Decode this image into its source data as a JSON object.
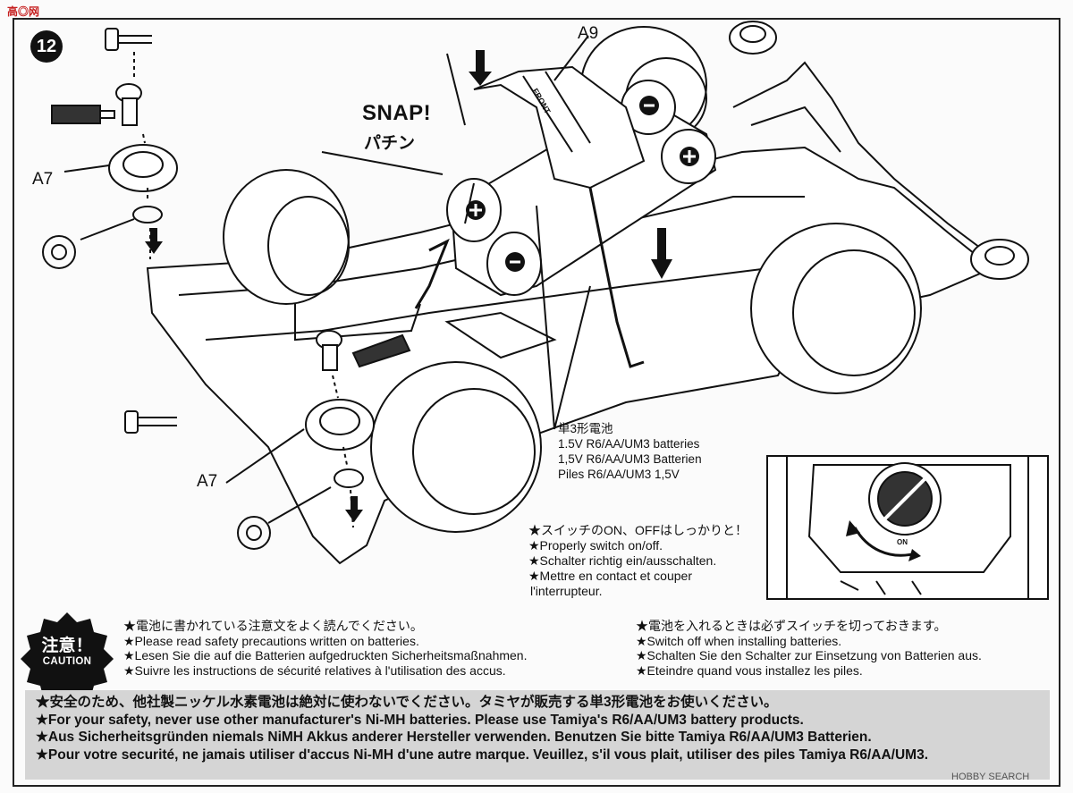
{
  "step": {
    "number": "12"
  },
  "labels": {
    "snap": "SNAP!",
    "snap_jp": "パチン",
    "part_a9": "A9",
    "part_a7_top": "A7",
    "part_a7_bottom": "A7",
    "on": "ON",
    "front": "FRONT"
  },
  "batteries": [
    "単3形電池",
    "1.5V R6/AA/UM3 batteries",
    "1,5V R6/AA/UM3 Batterien",
    "Piles R6/AA/UM3 1,5V"
  ],
  "switch_notes": [
    "★スイッチのON、OFFはしっかりと！",
    "★Properly switch on/off.",
    "★Schalter richtig ein/ausschalten.",
    "★Mettre en contact et couper",
    "l'interrupteur."
  ],
  "caution": {
    "jp": "注意！",
    "en": "CAUTION"
  },
  "notes_left": [
    "★電池に書かれている注意文をよく読んでください。",
    "★Please read safety precautions written on batteries.",
    "★Lesen Sie die auf die Batterien aufgedruckten Sicherheitsmaßnahmen.",
    "★Suivre les instructions de sécurité relatives à l'utilisation des accus."
  ],
  "notes_right": [
    "★電池を入れるときは必ずスイッチを切っておきます。",
    "★Switch off when installing batteries.",
    "★Schalten Sie den Schalter zur Einsetzung von Batterien aus.",
    "★Eteindre quand vous installez les piles."
  ],
  "warning": [
    "★安全のため、他社製ニッケル水素電池は絶対に使わないでください。タミヤが販売する単3形電池をお使いください。",
    "★For your safety, never use other manufacturer's Ni-MH batteries. Please use Tamiya's R6/AA/UM3 battery products.",
    "★Aus Sicherheitsgründen niemals NiMH Akkus anderer Hersteller verwenden. Benutzen Sie bitte Tamiya R6/AA/UM3 Batterien.",
    "★Pour votre securité, ne jamais utiliser d'accus Ni-MH d'une autre marque. Veuillez, s'il vous plait, utiliser des piles Tamiya R6/AA/UM3."
  ],
  "watermark": {
    "logo": "高◎网",
    "source": "HOBBY SEARCH"
  },
  "colors": {
    "ink": "#111111",
    "paper": "#fbfbfb",
    "band": "#d5d5d5"
  }
}
